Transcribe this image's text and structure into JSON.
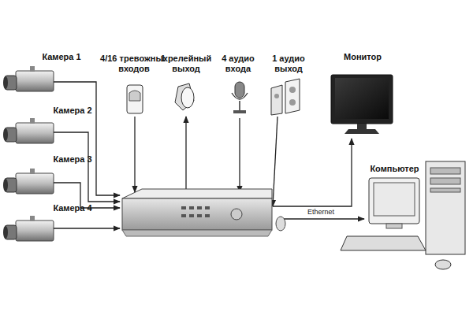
{
  "diagram": {
    "nodes": [
      {
        "text": [
          "Камера 1"
        ]
      },
      {
        "text": [
          "4/16 тревожных входов"
        ]
      },
      {
        "text": [
          "1 релейный выход"
        ]
      },
      {
        "text": [
          "4 аудио входа"
        ]
      },
      {
        "text": [
          "1 аудио выход"
        ]
      },
      {
        "text": [
          "Монитор"
        ]
      },
      {
        "text": [
          "Камера 2"
        ]
      },
      {
        "text": [
          "Камера 3"
        ]
      },
      {
        "text": [
          "Компьютер"
        ]
      },
      {
        "text": [
          "Камера 4"
        ]
      }
    ],
    "labels": [
      "Ethernet"
    ]
  }
}
